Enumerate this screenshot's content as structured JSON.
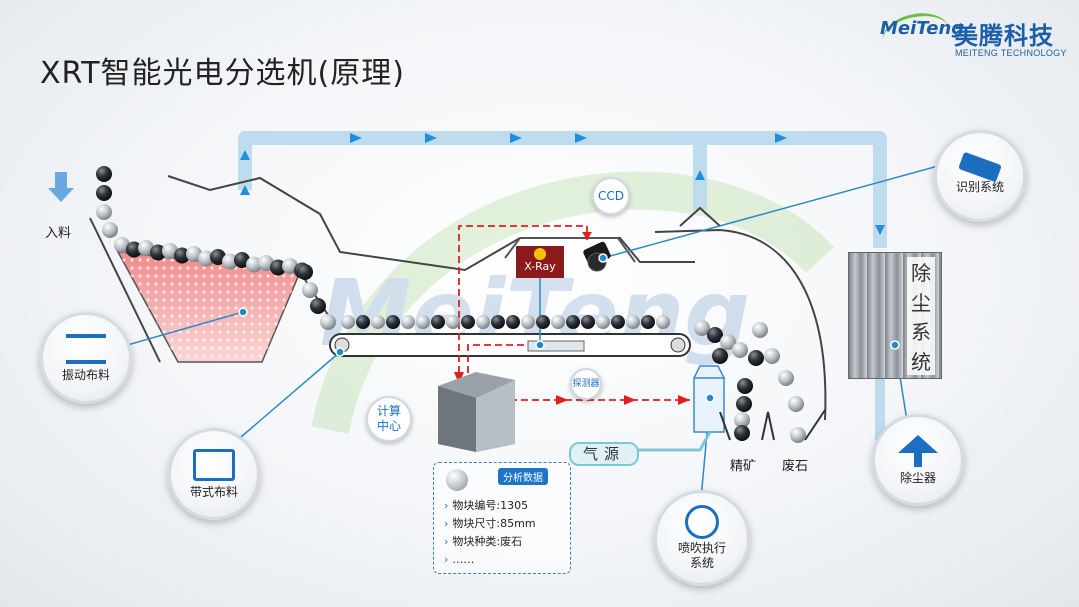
{
  "title": "XRT智能光电分选机(原理)",
  "logo": {
    "mark": "MeiTeng",
    "cn": "美腾科技",
    "en": "MEITENG TECHNOLOGY"
  },
  "labels": {
    "feed": "入料",
    "ccd": "CCD",
    "xray": "X-Ray",
    "detector": "探测器",
    "compute_1": "计算",
    "compute_2": "中心",
    "gas": "气源",
    "concentrate": "精矿",
    "waste": "废石",
    "watermark": "MeiTeng"
  },
  "dust_system": [
    "除",
    "尘",
    "系",
    "统"
  ],
  "callouts": {
    "vibrating_feed": "振动布料",
    "belt_feed": "带式布料",
    "recognition": "识别系统",
    "dust_remover": "除尘器",
    "jet_exec_1": "喷吹执行",
    "jet_exec_2": "系统"
  },
  "analysis": {
    "tag": "分析数据",
    "items": [
      "物块编号:1305",
      "物块尺寸:85mm",
      "物块种类:废石",
      "……"
    ]
  },
  "colors": {
    "accent": "#1d74c9",
    "signal": "#e02020",
    "pipe": "#cfe6f3"
  }
}
